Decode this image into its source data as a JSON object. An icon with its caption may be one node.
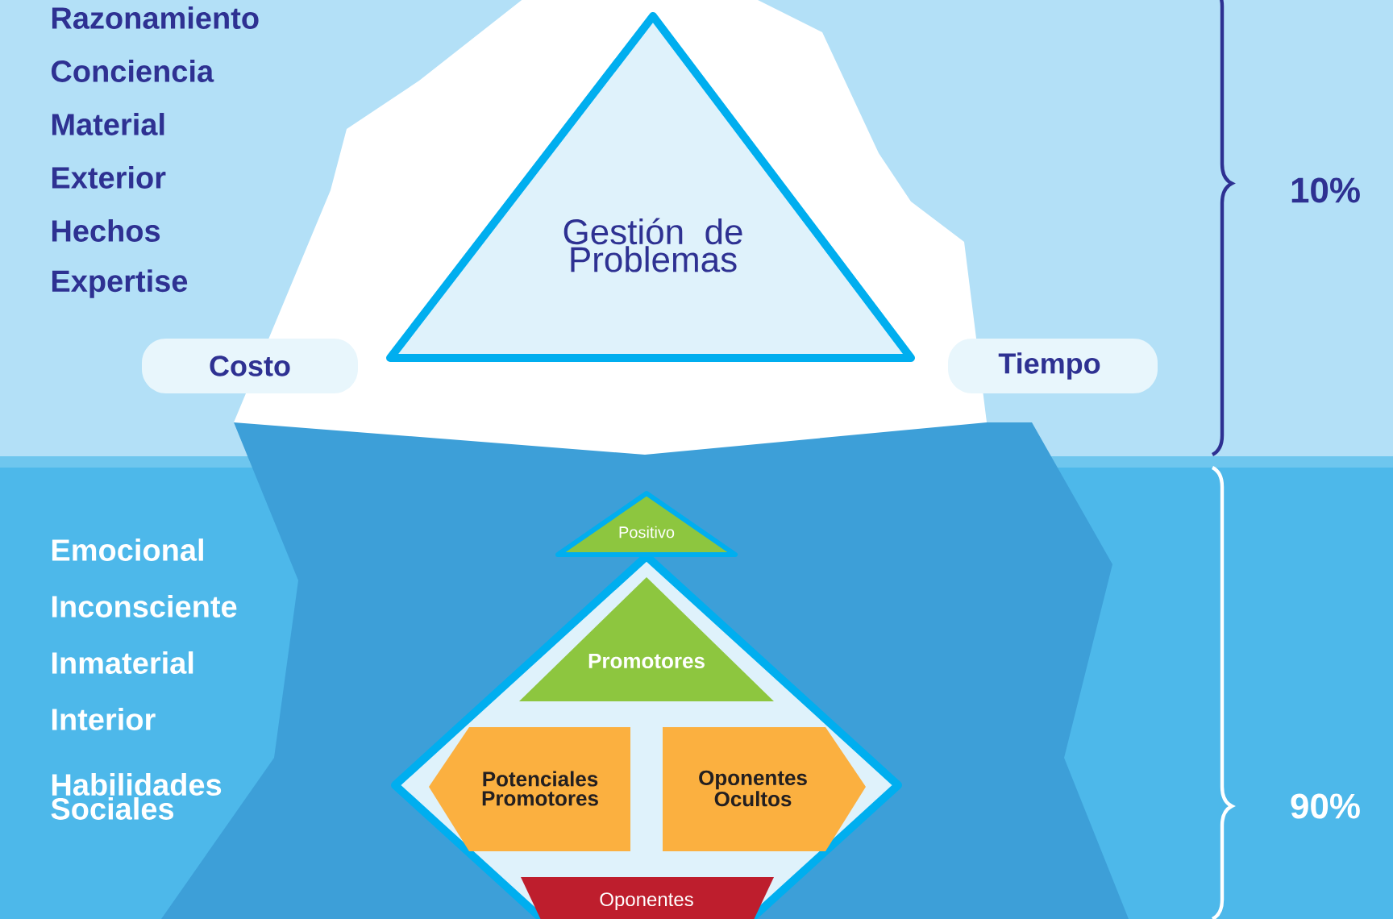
{
  "diagram": {
    "nodes": [
      {
        "text": [
          "Gestión de Problemas"
        ]
      },
      {
        "text": [
          "Costo"
        ]
      },
      {
        "text": [
          "Tiempo"
        ]
      },
      {
        "text": [
          "Positivo"
        ]
      },
      {
        "text": [],
        "shape": "diamond"
      },
      {
        "text": [
          "Promotores"
        ],
        "in": 4
      },
      {
        "text": [
          "Potenciales Promotores"
        ],
        "in": 4
      },
      {
        "text": [
          "Oponentes Ocultos"
        ],
        "in": 4
      },
      {
        "text": [
          "Oponentes"
        ],
        "in": 4
      }
    ],
    "edges": [],
    "labels": [
      "Razonamiento",
      "Conciencia",
      "Material",
      "Exterior",
      "Hechos",
      "Expertise",
      "10%",
      "Emocional",
      "Inconsciente",
      "Inmaterial",
      "Interior",
      "Habilidades Sociales",
      "90%"
    ]
  }
}
